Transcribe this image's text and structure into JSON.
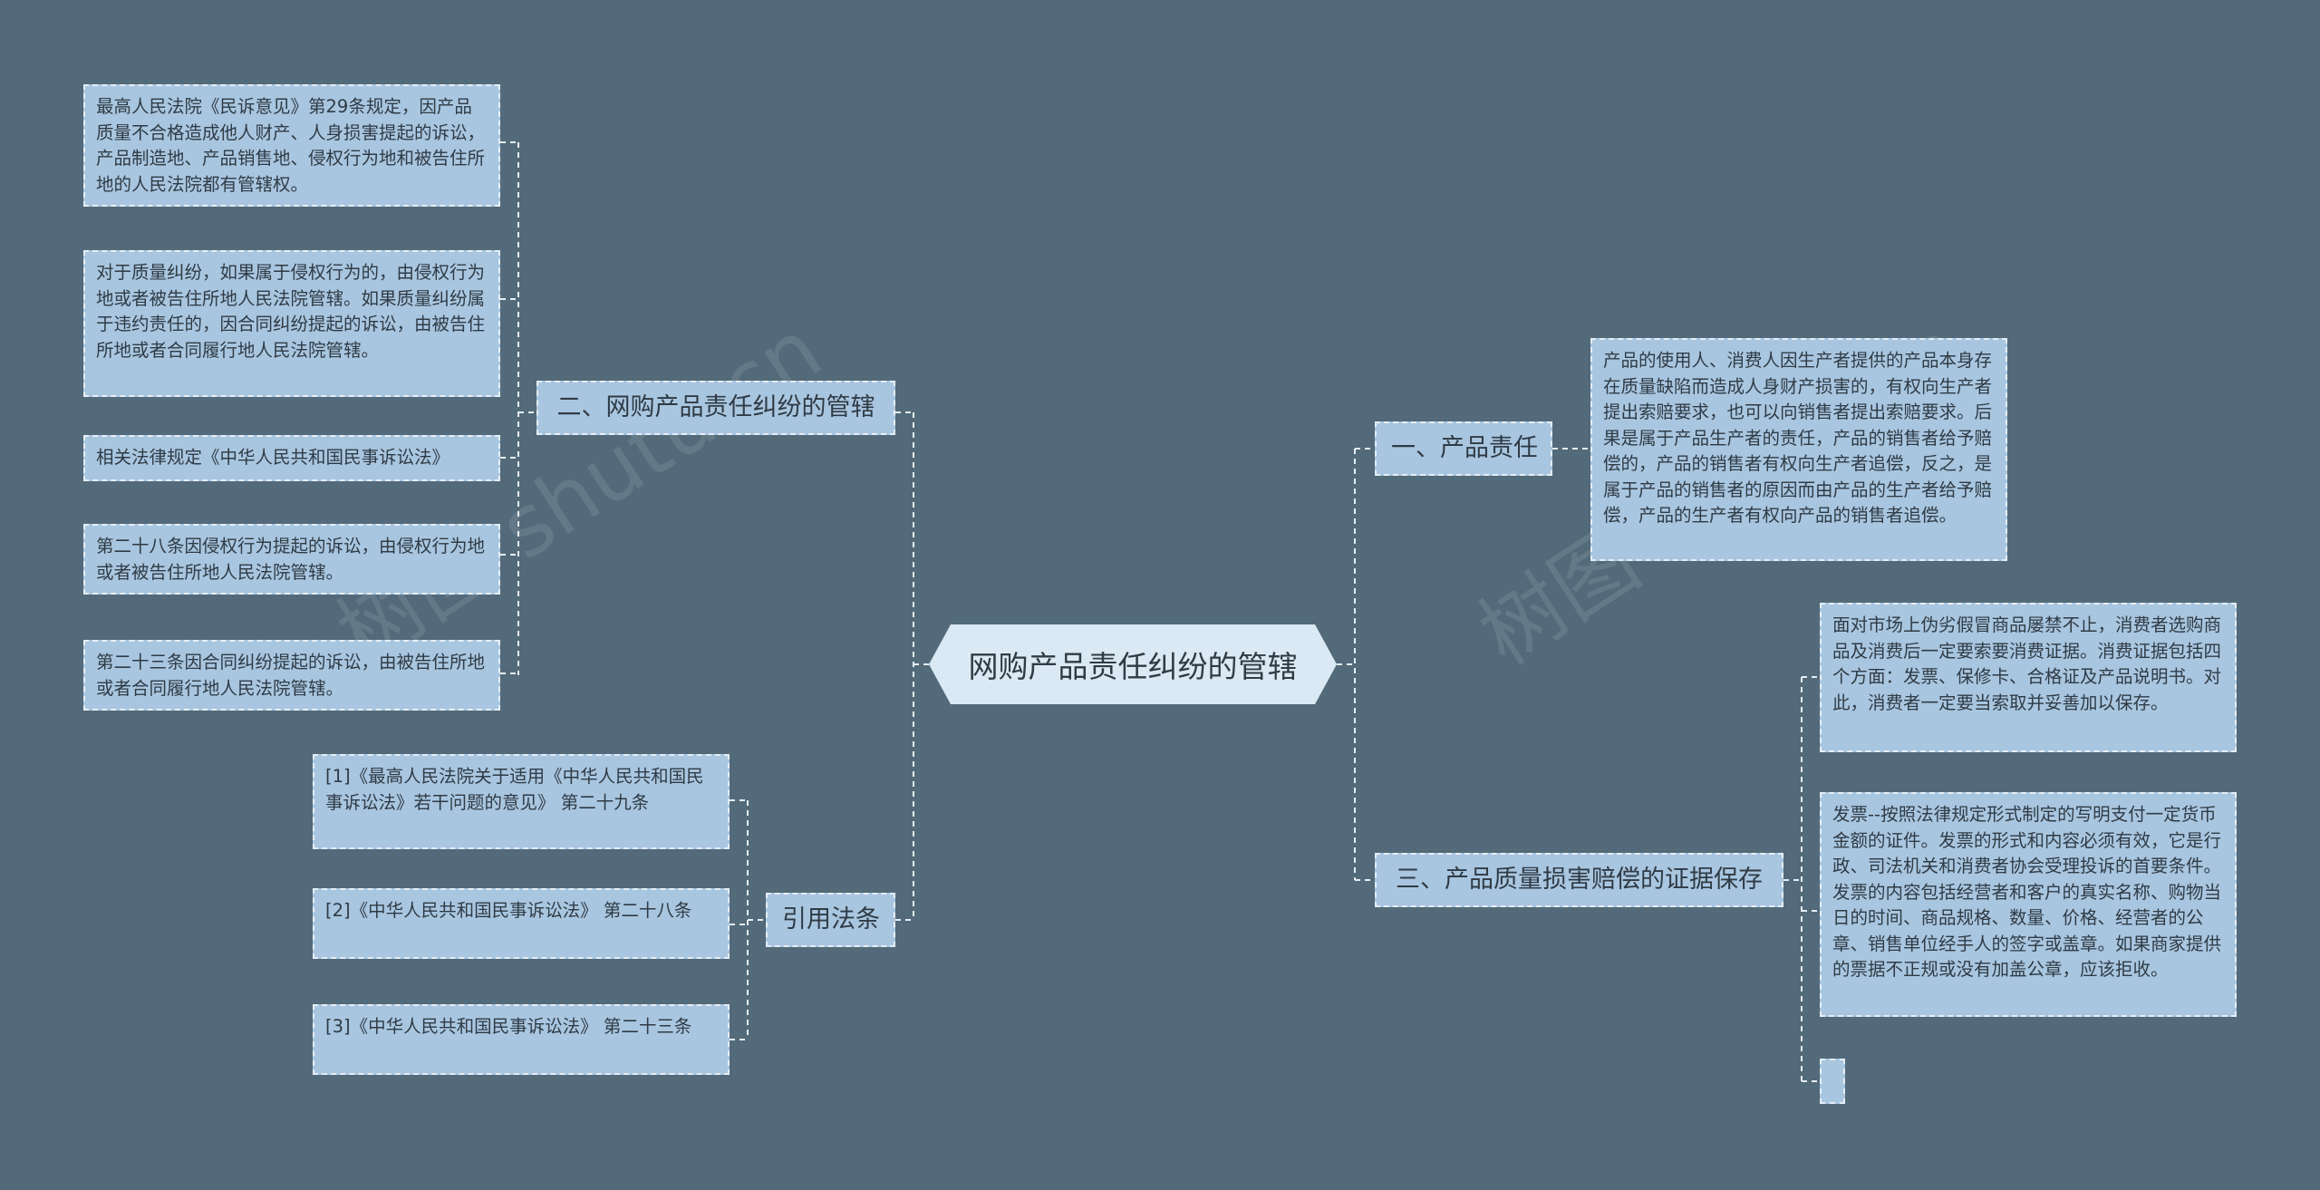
{
  "root": "网购产品责任纠纷的管辖",
  "left": {
    "branch2": {
      "label": "二、网购产品责任纠纷的管辖",
      "items": [
        "最高人民法院《民诉意见》第29条规定，因产品质量不合格造成他人财产、人身损害提起的诉讼，产品制造地、产品销售地、侵权行为地和被告住所地的人民法院都有管辖权。",
        "对于质量纠纷，如果属于侵权行为的，由侵权行为地或者被告住所地人民法院管辖。如果质量纠纷属于违约责任的，因合同纠纷提起的诉讼，由被告住所地或者合同履行地人民法院管辖。",
        "相关法律规定《中华人民共和国民事诉讼法》",
        "第二十八条因侵权行为提起的诉讼，由侵权行为地或者被告住所地人民法院管辖。",
        "第二十三条因合同纠纷提起的诉讼，由被告住所地或者合同履行地人民法院管辖。"
      ]
    },
    "citations": {
      "label": "引用法条",
      "items": [
        "[1]《最高人民法院关于适用《中华人民共和国民事诉讼法》若干问题的意见》 第二十九条",
        "[2]《中华人民共和国民事诉讼法》 第二十八条",
        "[3]《中华人民共和国民事诉讼法》 第二十三条"
      ]
    }
  },
  "right": {
    "branch1": {
      "label": "一、产品责任",
      "items": [
        "产品的使用人、消费人因生产者提供的产品本身存在质量缺陷而造成人身财产损害的，有权向生产者提出索赔要求，也可以向销售者提出索赔要求。后果是属于产品生产者的责任，产品的销售者给予赔偿的，产品的销售者有权向生产者追偿，反之，是属于产品的销售者的原因而由产品的生产者给予赔偿，产品的生产者有权向产品的销售者追偿。"
      ]
    },
    "branch3": {
      "label": "三、产品质量损害赔偿的证据保存",
      "items": [
        "面对市场上伪劣假冒商品屡禁不止，消费者选购商品及消费后一定要索要消费证据。消费证据包括四个方面：发票、保修卡、合格证及产品说明书。对此，消费者一定要当索取并妥善加以保存。",
        "发票--按照法律规定形式制定的写明支付一定货币金额的证件。发票的形式和内容必须有效，它是行政、司法机关和消费者协会受理投诉的首要条件。发票的内容包括经营者和客户的真实名称、购物当日的时间、商品规格、数量、价格、经营者的公章、销售单位经手人的签字或盖章。如果商家提供的票据不正规或没有加盖公章，应该拒收。"
      ]
    }
  },
  "watermark": [
    "树图 shutu.cn",
    "树图 shutu.cn"
  ],
  "colors": {
    "background": "#526a79",
    "node_fill": "#a9c6e0",
    "root_fill": "#dbe9f4",
    "connector": "#e6eef6",
    "text": "#2f3b45"
  }
}
